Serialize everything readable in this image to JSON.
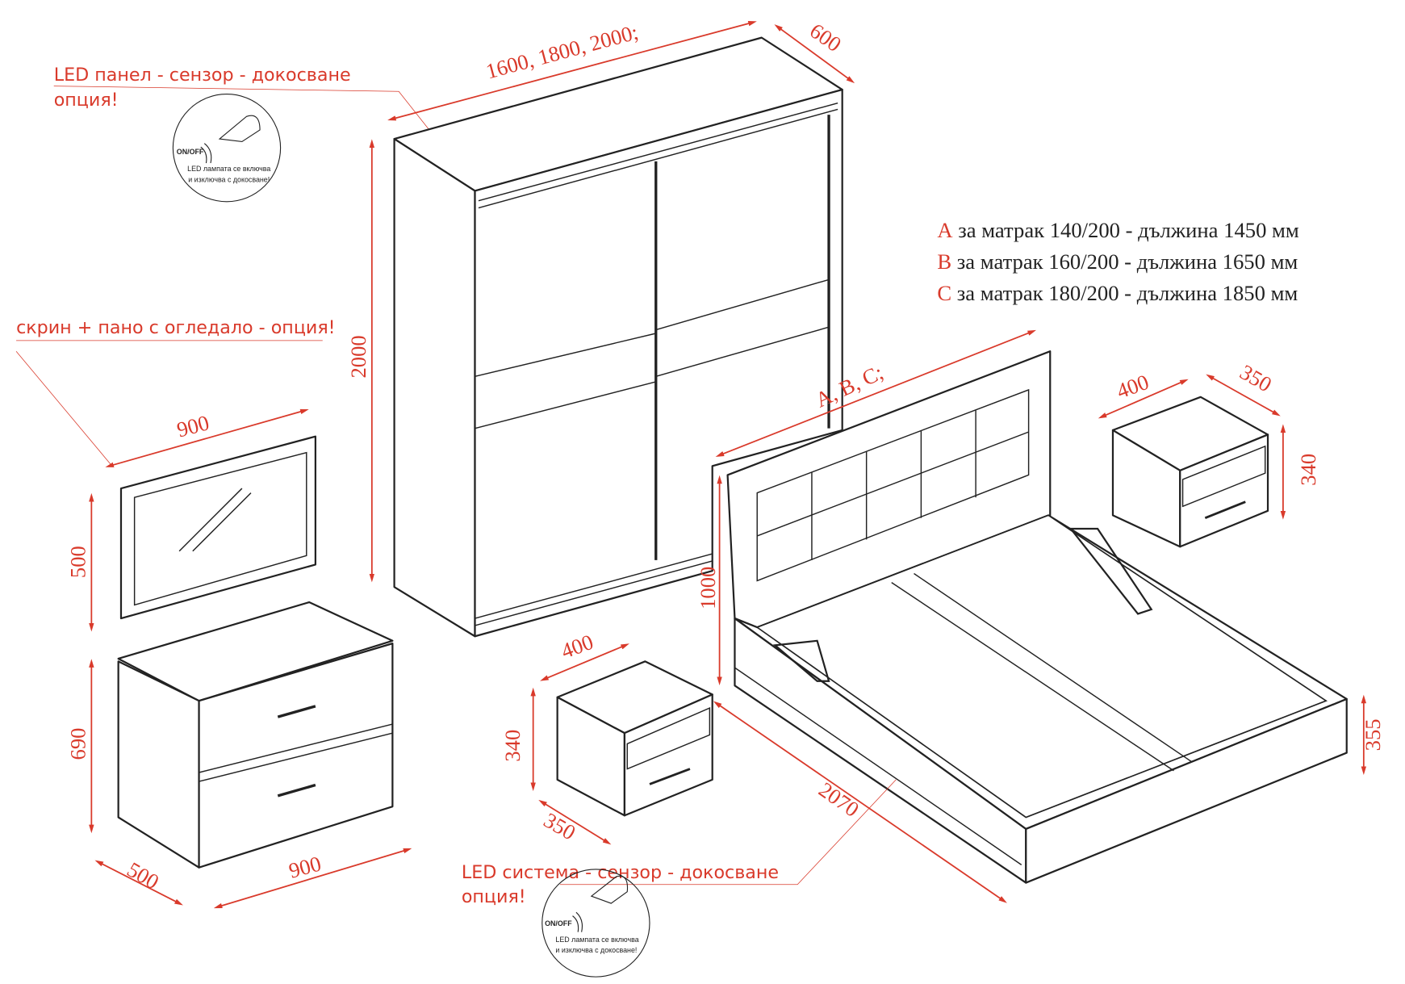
{
  "callouts": {
    "led_panel": {
      "line1": "LED панел - сензор - докосване",
      "line2": "опция!"
    },
    "dresser_option": "скрин + пано с огледало - опция!",
    "led_system": {
      "line1": "LED система - сензор - докосване",
      "line2": "опция!"
    }
  },
  "badge": {
    "on_off": "ON/OFF",
    "text1": "LED лампата се включва",
    "text2": "и изключва с докосване!"
  },
  "legend": [
    {
      "letter": "A",
      "text": "за матрак 140/200 - дължина 1450 мм"
    },
    {
      "letter": "B",
      "text": "за матрак 160/200 - дължина 1650 мм"
    },
    {
      "letter": "C",
      "text": "за матрак 180/200 - дължина 1850 мм"
    }
  ],
  "dimensions": {
    "wardrobe_width": "1600, 1800, 2000;",
    "wardrobe_depth": "600",
    "wardrobe_height": "2000",
    "mirror_width": "900",
    "mirror_height": "500",
    "dresser_height": "690",
    "dresser_depth": "500",
    "dresser_width": "900",
    "nightstand_left_width": "400",
    "nightstand_left_height": "340",
    "nightstand_left_depth": "350",
    "bed_length": "2070",
    "bed_headboard_height": "1000",
    "bed_width": "A, B, C;",
    "nightstand_right_width": "400",
    "nightstand_right_depth": "350",
    "nightstand_right_height": "340",
    "bed_frame_height": "355"
  },
  "colors": {
    "accent": "#d93a2b",
    "line": "#222222"
  }
}
